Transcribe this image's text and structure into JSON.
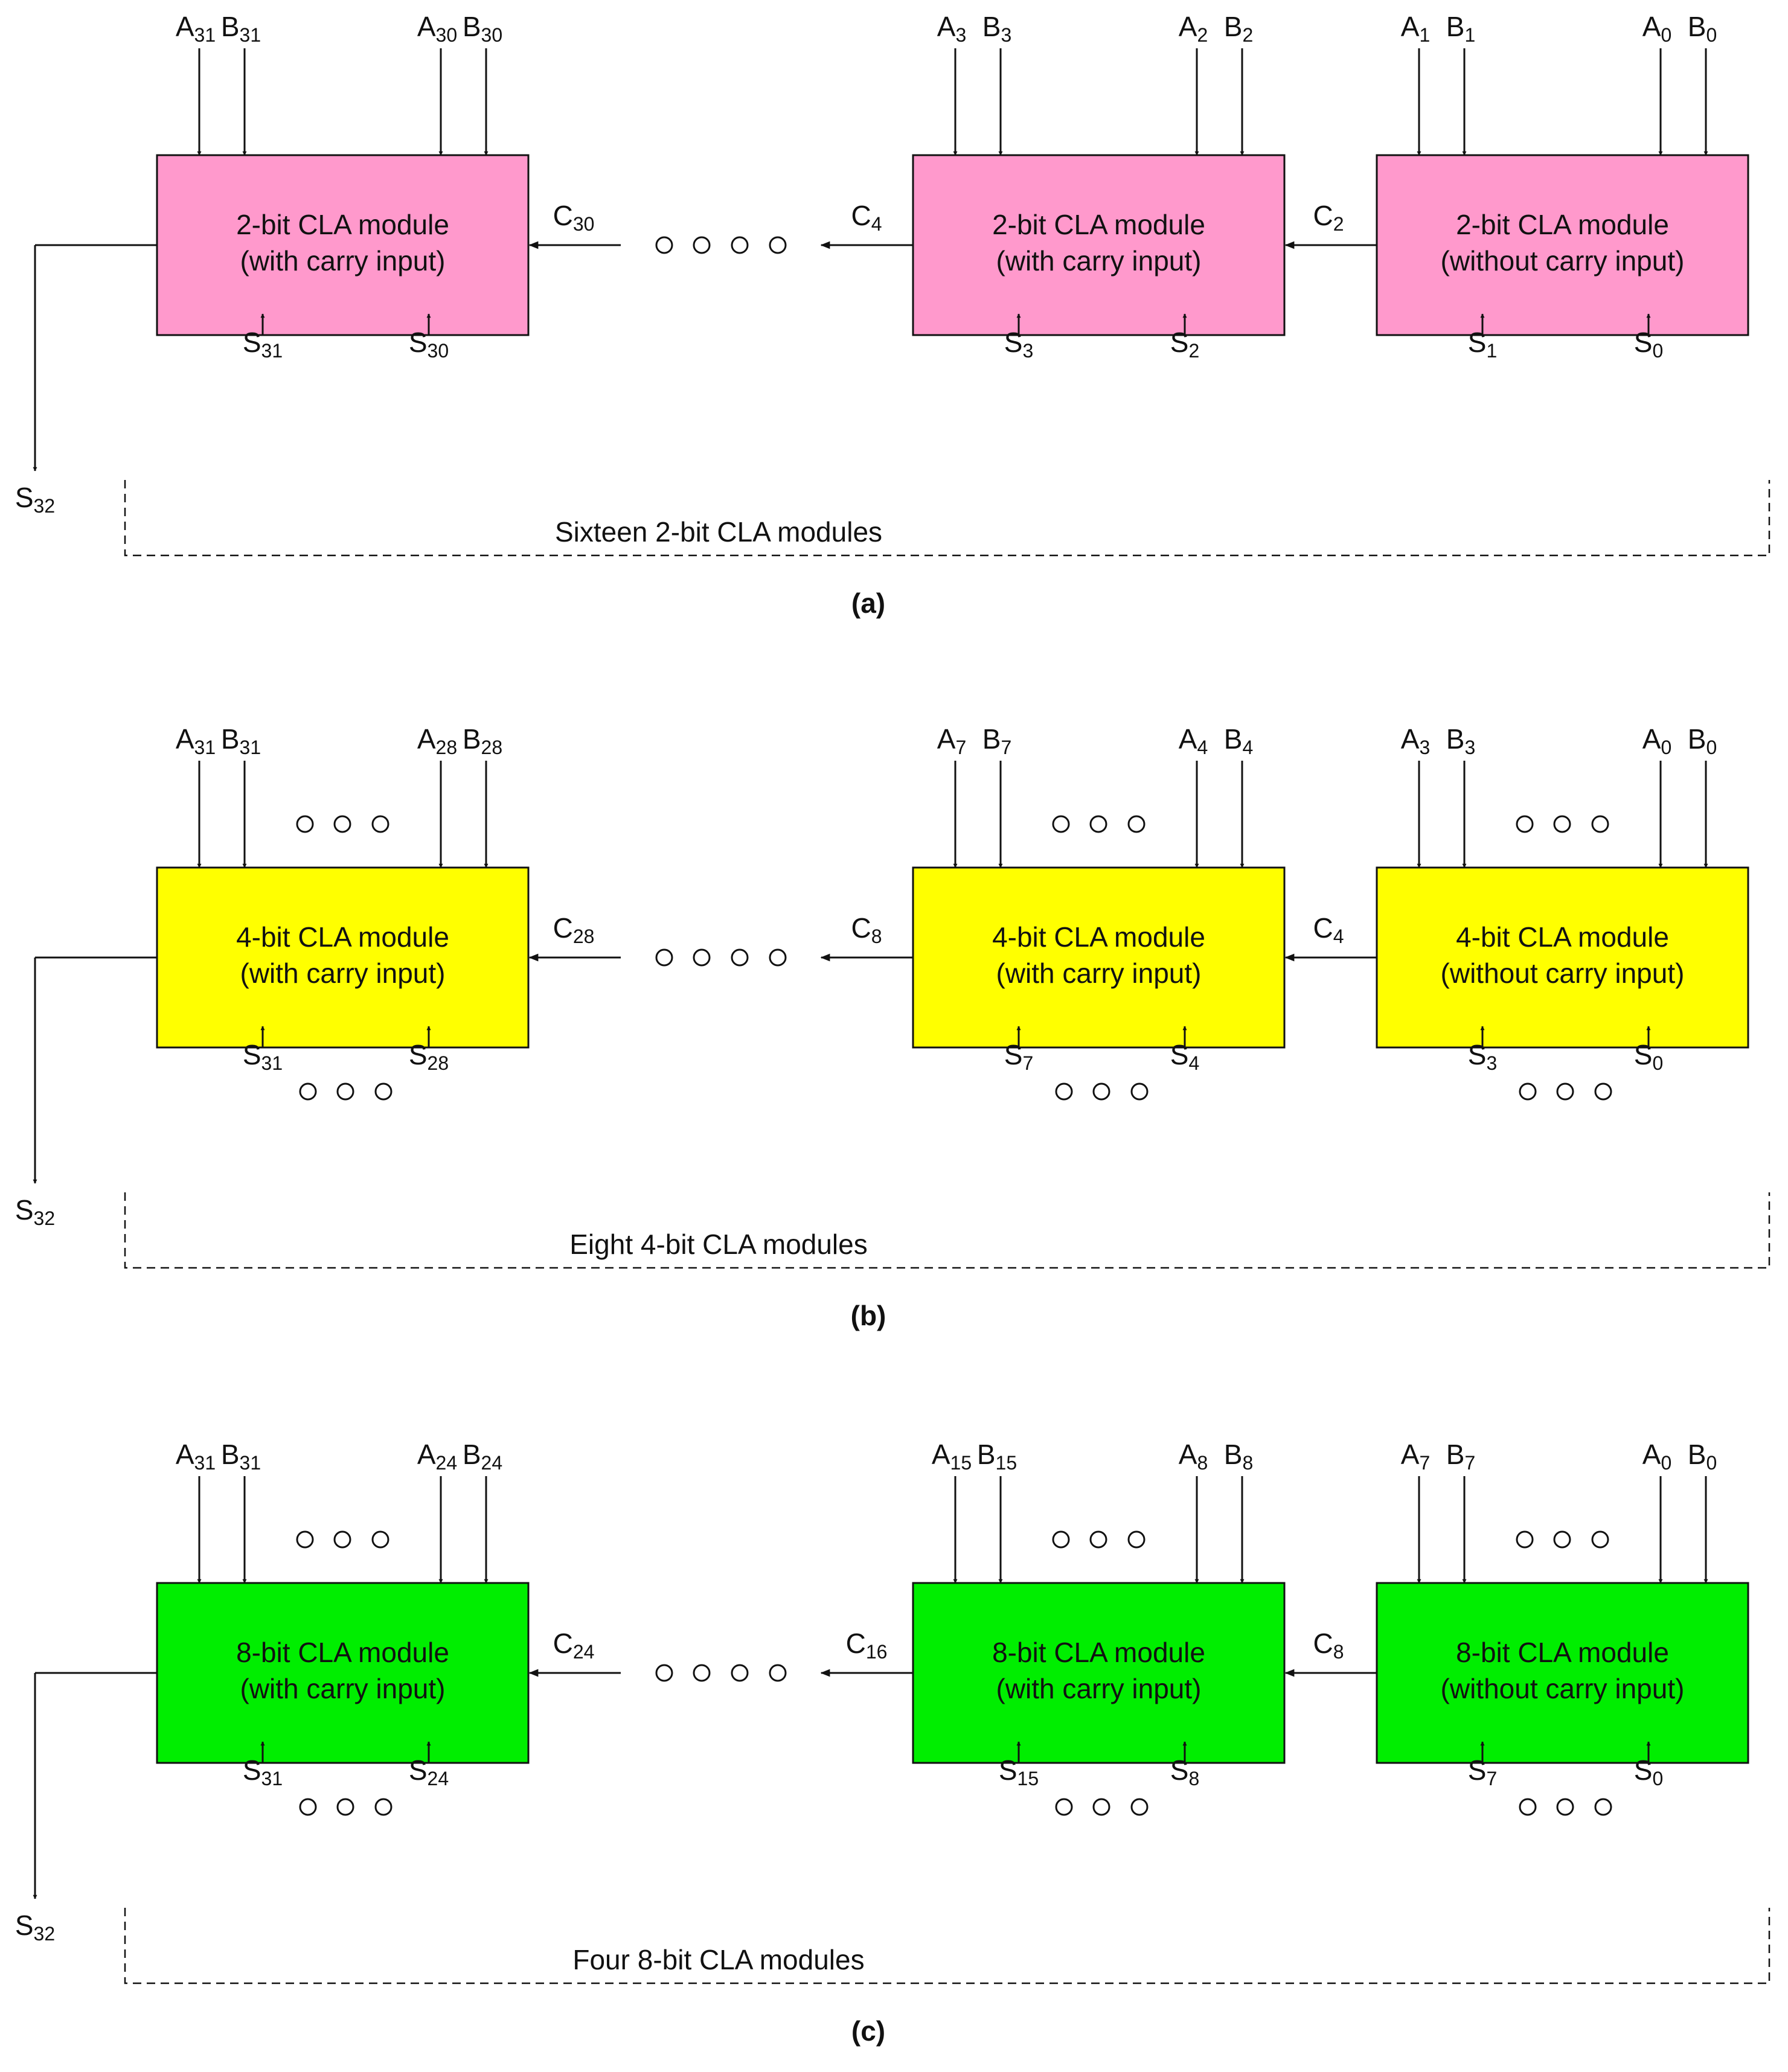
{
  "colors": {
    "a": "#ff99cc",
    "b": "#ffff00",
    "c": "#00ee00",
    "line": "#111111"
  },
  "panels": [
    {
      "id": "a",
      "caption": "(a)",
      "group_label": "Sixteen 2-bit CLA modules",
      "has_pin_ellipses": false,
      "modules": [
        {
          "line1": "2-bit CLA module",
          "line2": "(with carry input)",
          "inputs": [
            [
              "A",
              "31"
            ],
            [
              "B",
              "31"
            ],
            [
              "A",
              "30"
            ],
            [
              "B",
              "30"
            ]
          ],
          "outputs": [
            [
              "S",
              "31"
            ],
            [
              "S",
              "30"
            ]
          ],
          "carry_in": [
            "C",
            "30"
          ]
        },
        {
          "line1": "2-bit CLA module",
          "line2": "(with carry input)",
          "inputs": [
            [
              "A",
              "3"
            ],
            [
              "B",
              "3"
            ],
            [
              "A",
              "2"
            ],
            [
              "B",
              "2"
            ]
          ],
          "outputs": [
            [
              "S",
              "3"
            ],
            [
              "S",
              "2"
            ]
          ],
          "carry_out": [
            "C",
            "4"
          ],
          "carry_in": [
            "C",
            "2"
          ]
        },
        {
          "line1": "2-bit CLA module",
          "line2": "(without carry input)",
          "inputs": [
            [
              "A",
              "1"
            ],
            [
              "B",
              "1"
            ],
            [
              "A",
              "0"
            ],
            [
              "B",
              "0"
            ]
          ],
          "outputs": [
            [
              "S",
              "1"
            ],
            [
              "S",
              "0"
            ]
          ]
        }
      ],
      "final_carry": [
        "S",
        "32"
      ]
    },
    {
      "id": "b",
      "caption": "(b)",
      "group_label": "Eight 4-bit CLA modules",
      "has_pin_ellipses": true,
      "modules": [
        {
          "line1": "4-bit CLA module",
          "line2": "(with carry input)",
          "inputs": [
            [
              "A",
              "31"
            ],
            [
              "B",
              "31"
            ],
            [
              "A",
              "28"
            ],
            [
              "B",
              "28"
            ]
          ],
          "outputs": [
            [
              "S",
              "31"
            ],
            [
              "S",
              "28"
            ]
          ],
          "carry_in": [
            "C",
            "28"
          ]
        },
        {
          "line1": "4-bit CLA module",
          "line2": "(with carry input)",
          "inputs": [
            [
              "A",
              "7"
            ],
            [
              "B",
              "7"
            ],
            [
              "A",
              "4"
            ],
            [
              "B",
              "4"
            ]
          ],
          "outputs": [
            [
              "S",
              "7"
            ],
            [
              "S",
              "4"
            ]
          ],
          "carry_out": [
            "C",
            "8"
          ],
          "carry_in": [
            "C",
            "4"
          ]
        },
        {
          "line1": "4-bit CLA module",
          "line2": "(without carry input)",
          "inputs": [
            [
              "A",
              "3"
            ],
            [
              "B",
              "3"
            ],
            [
              "A",
              "0"
            ],
            [
              "B",
              "0"
            ]
          ],
          "outputs": [
            [
              "S",
              "3"
            ],
            [
              "S",
              "0"
            ]
          ]
        }
      ],
      "final_carry": [
        "S",
        "32"
      ]
    },
    {
      "id": "c",
      "caption": "(c)",
      "group_label": "Four 8-bit CLA modules",
      "has_pin_ellipses": true,
      "modules": [
        {
          "line1": "8-bit CLA module",
          "line2": "(with carry input)",
          "inputs": [
            [
              "A",
              "31"
            ],
            [
              "B",
              "31"
            ],
            [
              "A",
              "24"
            ],
            [
              "B",
              "24"
            ]
          ],
          "outputs": [
            [
              "S",
              "31"
            ],
            [
              "S",
              "24"
            ]
          ],
          "carry_in": [
            "C",
            "24"
          ]
        },
        {
          "line1": "8-bit CLA module",
          "line2": "(with carry input)",
          "inputs": [
            [
              "A",
              "15"
            ],
            [
              "B",
              "15"
            ],
            [
              "A",
              "8"
            ],
            [
              "B",
              "8"
            ]
          ],
          "outputs": [
            [
              "S",
              "15"
            ],
            [
              "S",
              "8"
            ]
          ],
          "carry_out": [
            "C",
            "16"
          ],
          "carry_in": [
            "C",
            "8"
          ]
        },
        {
          "line1": "8-bit CLA module",
          "line2": "(without carry input)",
          "inputs": [
            [
              "A",
              "7"
            ],
            [
              "B",
              "7"
            ],
            [
              "A",
              "0"
            ],
            [
              "B",
              "0"
            ]
          ],
          "outputs": [
            [
              "S",
              "7"
            ],
            [
              "S",
              "0"
            ]
          ]
        }
      ],
      "final_carry": [
        "S",
        "32"
      ]
    }
  ]
}
